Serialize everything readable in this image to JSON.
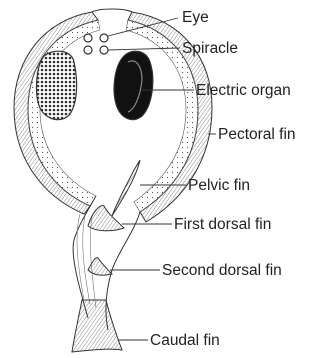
{
  "labels": {
    "eye": "Eye",
    "spiracle": "Spiracle",
    "electric_organ": "Electric organ",
    "pectoral_fin": "Pectoral fin",
    "pelvic_fin": "Pelvic fin",
    "first_dorsal_fin": "First dorsal fin",
    "second_dorsal_fin": "Second dorsal fin",
    "caudal_fin": "Caudal fin"
  },
  "colors": {
    "outline": "#333333",
    "electric_organ_fill": "#111111",
    "label_text": "#222222",
    "background": "#ffffff"
  }
}
